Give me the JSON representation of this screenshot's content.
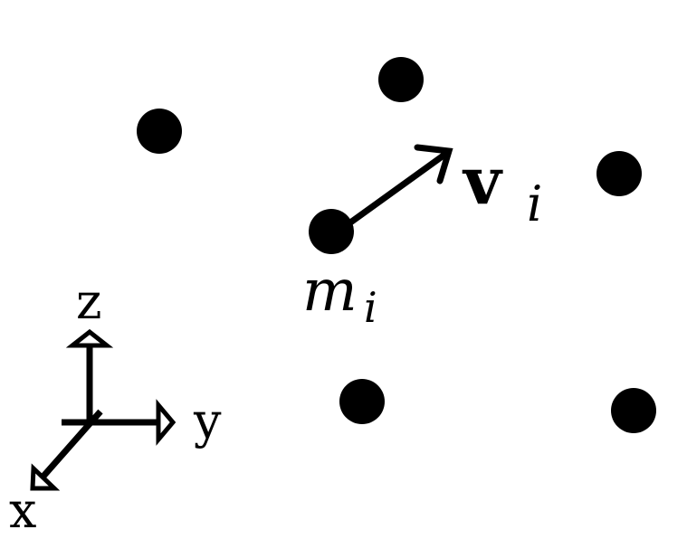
{
  "labels": {
    "velocity_symbol": "v",
    "velocity_subscript": "i",
    "mass_symbol": "m",
    "mass_subscript": "i"
  },
  "axes": {
    "z": "z",
    "y": "y",
    "x": "x"
  },
  "colors": {
    "ink": "#000000",
    "background": "#ffffff"
  }
}
